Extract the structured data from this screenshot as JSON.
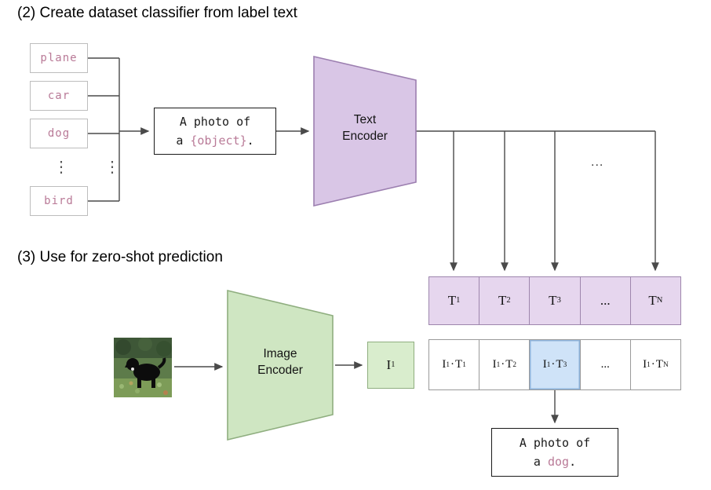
{
  "section2_title": "(2) Create dataset classifier from label text",
  "section3_title": "(3) Use for zero-shot prediction",
  "class_labels": [
    "plane",
    "car",
    "dog",
    "bird"
  ],
  "ellipsis_vertical": "⋮",
  "ellipsis_horizontal": "...",
  "prompt_box": {
    "line1": "A photo of",
    "line2_prefix": "a ",
    "object_token": "{object}",
    "suffix": "."
  },
  "text_encoder": {
    "line1": "Text",
    "line2": "Encoder"
  },
  "image_encoder": {
    "line1": "Image",
    "line2": "Encoder"
  },
  "image_embedding": {
    "base": "I",
    "sub": "1"
  },
  "text_embeddings": {
    "cells": [
      {
        "base": "T",
        "sub": "1"
      },
      {
        "base": "T",
        "sub": "2"
      },
      {
        "base": "T",
        "sub": "3"
      },
      {
        "base": "...",
        "sub": ""
      },
      {
        "base": "T",
        "sub": "N"
      }
    ]
  },
  "similarity_row": {
    "cells": [
      {
        "i": "I",
        "isub": "1",
        "dot": "·",
        "t": "T",
        "tsub": "1",
        "highlight": false
      },
      {
        "i": "I",
        "isub": "1",
        "dot": "·",
        "t": "T",
        "tsub": "2",
        "highlight": false
      },
      {
        "i": "I",
        "isub": "1",
        "dot": "·",
        "t": "T",
        "tsub": "3",
        "highlight": true
      },
      {
        "dots": "...",
        "highlight": false
      },
      {
        "i": "I",
        "isub": "1",
        "dot": "·",
        "t": "T",
        "tsub": "N",
        "highlight": false
      }
    ]
  },
  "output_box": {
    "line1": "A photo of",
    "line2_prefix": "a ",
    "object_token": "dog",
    "suffix": "."
  },
  "colors": {
    "label_text": "#b97a97",
    "purple_fill": "#d9c6e6",
    "purple_border": "#9c7fb0",
    "text_cell_fill": "#e6d6ee",
    "text_cell_border": "#9e86ad",
    "green_fill": "#cfe6c2",
    "green_border": "#8fae7f",
    "image_cell_fill": "#d9edcd",
    "highlight_fill": "#cfe3f8",
    "highlight_border": "#8fb4dc",
    "wire": "#4a4a4a"
  }
}
